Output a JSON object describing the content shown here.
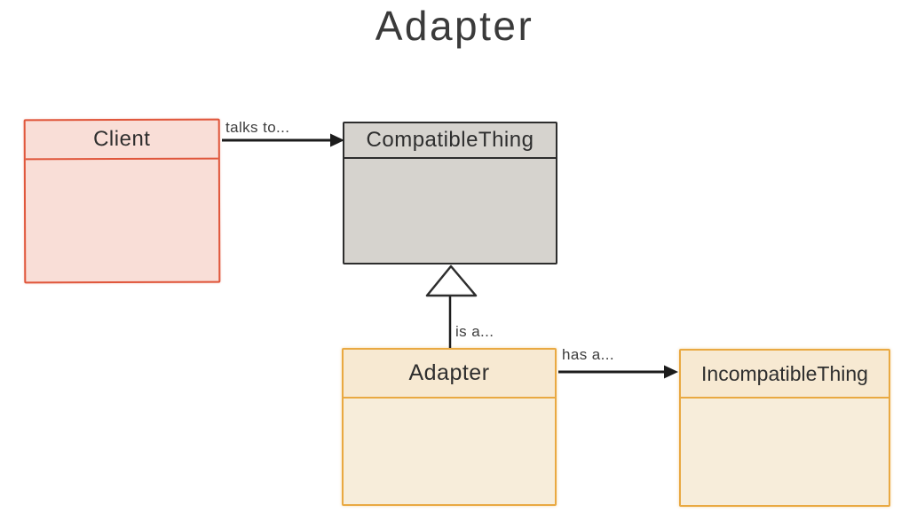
{
  "title": "Adapter",
  "colors": {
    "title_text": "#3a3a3a",
    "box_text": "#2e2e2e",
    "label_text": "#3d3d3d",
    "client_fill": "#f9ded7",
    "client_border": "#e0573c",
    "compatible_fill": "#d6d3ce",
    "compatible_border": "#2d2d2d",
    "adapter_fill": "#f7edda",
    "adapter_header_fill": "#f7e9d2",
    "adapter_border": "#e9a942",
    "arrow": "#1c1c1c"
  },
  "classes": [
    {
      "name": "Client"
    },
    {
      "name": "CompatibleThing"
    },
    {
      "name": "Adapter"
    },
    {
      "name": "IncompatibleThing"
    }
  ],
  "edges": [
    {
      "label": "talks to...",
      "from": "Client",
      "to": "CompatibleThing",
      "type": "association"
    },
    {
      "label": "is a...",
      "from": "Adapter",
      "to": "CompatibleThing",
      "type": "generalization"
    },
    {
      "label": "has a...",
      "from": "Adapter",
      "to": "IncompatibleThing",
      "type": "association"
    }
  ]
}
